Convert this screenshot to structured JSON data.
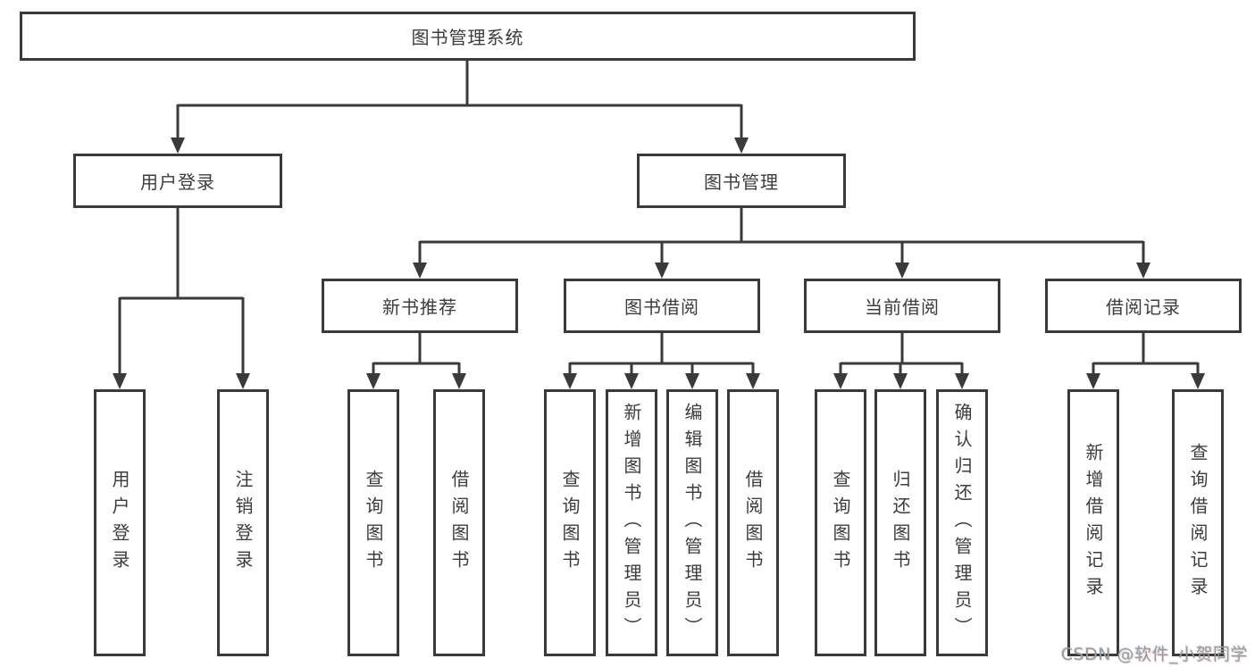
{
  "diagram": {
    "line_color": "#3a3a3a",
    "background": "#ffffff",
    "tree": {
      "label": "图书管理系统",
      "children": [
        {
          "label": "用户登录",
          "children": [
            {
              "label": "用户登录"
            },
            {
              "label": "注销登录"
            }
          ]
        },
        {
          "label": "图书管理",
          "children": [
            {
              "label": "新书推荐",
              "children": [
                {
                  "label": "查询图书"
                },
                {
                  "label": "借阅图书"
                }
              ]
            },
            {
              "label": "图书借阅",
              "children": [
                {
                  "label": "查询图书"
                },
                {
                  "label": "新增图书（管理员）"
                },
                {
                  "label": "编辑图书（管理员）"
                },
                {
                  "label": "借阅图书"
                }
              ]
            },
            {
              "label": "当前借阅",
              "children": [
                {
                  "label": "查询图书"
                },
                {
                  "label": "归还图书"
                },
                {
                  "label": "确认归还（管理员）"
                }
              ]
            },
            {
              "label": "借阅记录",
              "children": [
                {
                  "label": "新增借阅记录"
                },
                {
                  "label": "查询借阅记录"
                }
              ]
            }
          ]
        }
      ]
    }
  },
  "watermark": {
    "text": "CSDN @软件_小贺同学"
  }
}
